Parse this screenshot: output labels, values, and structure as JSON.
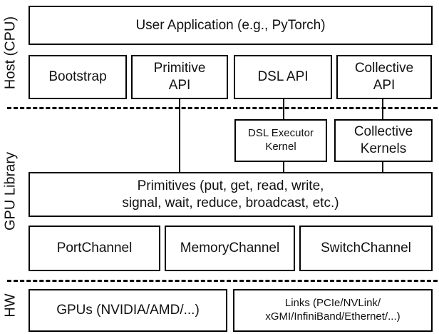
{
  "sections": {
    "host": "Host (CPU)",
    "gpu": "GPU Library",
    "hw": "HW"
  },
  "boxes": {
    "user_app": "User Application (e.g., PyTorch)",
    "bootstrap": "Bootstrap",
    "primitive_api": "Primitive\nAPI",
    "dsl_api": "DSL API",
    "collective_api": "Collective\nAPI",
    "dsl_executor": "DSL Executor\nKernel",
    "collective_kernels": "Collective\nKernels",
    "primitives": "Primitives (put, get, read, write,\nsignal, wait, reduce, broadcast, etc.)",
    "port_channel": "PortChannel",
    "memory_channel": "MemoryChannel",
    "switch_channel": "SwitchChannel",
    "gpus": "GPUs (NVIDIA/AMD/...)",
    "links": "Links (PCIe/NVLink/\nxGMI/InfiniBand/Ethernet/...)"
  }
}
